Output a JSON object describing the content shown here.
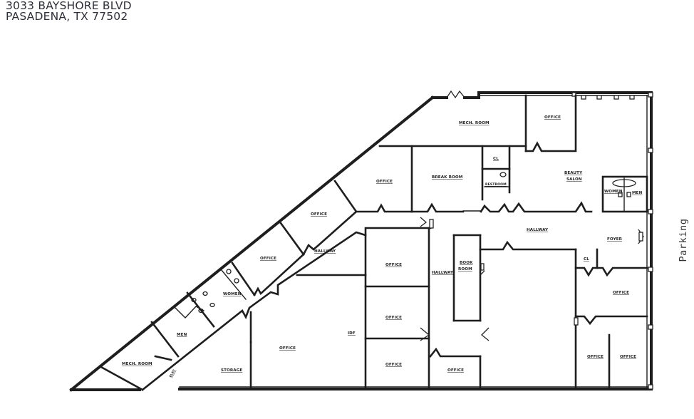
{
  "address": {
    "line1": "3033 BAYSHORE BLVD",
    "line2": "PASADENA, TX 77502"
  },
  "side_label": "Parking",
  "rooms": {
    "mech_room_top": "MECH. ROOM",
    "office_top_right": "OFFICE",
    "office_upper_diag": "OFFICE",
    "break_room": "BREAK ROOM",
    "closet_upper": "CL",
    "restroom": "RESTROOM",
    "beauty_salon_1": "BEAUTY",
    "beauty_salon_2": "SALON",
    "women_salon": "WOMEN",
    "men_salon": "MEN",
    "office_diag_2": "OFFICE",
    "hallway_diag": "HALLWAY",
    "hallway_main": "HALLWAY",
    "foyer": "FOYER",
    "office_diag_3": "OFFICE",
    "office_center_1": "OFFICE",
    "book_room_1": "BOOK",
    "book_room_2": "ROOM",
    "hallway_vertical": "HALLWAY",
    "closet_right": "CL",
    "office_right_1": "OFFICE",
    "women_left": "WOMEN",
    "men_left": "MEN",
    "office_center_2": "OFFICE",
    "office_large": "OFFICE",
    "idf": "IDF",
    "mech_room_bottom": "MECH. ROOM",
    "storage": "STORAGE",
    "office_center_3": "OFFICE",
    "office_bottom_mid": "OFFICE",
    "office_bottom_right_1": "OFFICE",
    "office_bottom_right_2": "OFFICE",
    "elec": "ELEC"
  }
}
